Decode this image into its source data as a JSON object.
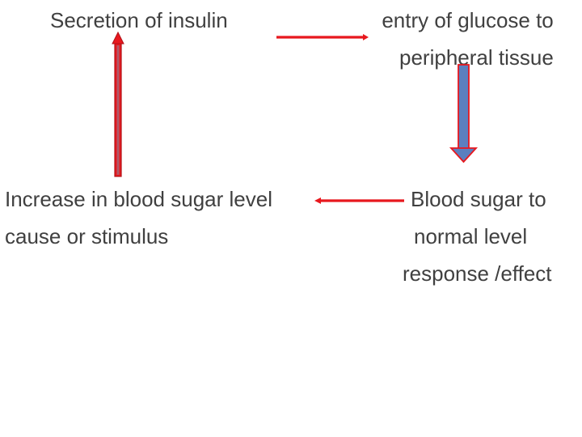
{
  "nodes": {
    "secretion": {
      "line1": "Secretion of insulin"
    },
    "entry": {
      "line1": "entry of glucose to",
      "line2": "peripheral tissue"
    },
    "increase": {
      "line1": "Increase in blood sugar level",
      "line2": "cause or stimulus"
    },
    "normal": {
      "line1": "Blood sugar to",
      "line2": "normal level",
      "line3": "response /effect"
    }
  },
  "colors": {
    "text": "#404040",
    "arrow_red": "#e8181e",
    "arrow_red_dark": "#b01218",
    "arrow_blue": "#5b7fbf",
    "arrow_blue_edge": "#e8181e"
  }
}
